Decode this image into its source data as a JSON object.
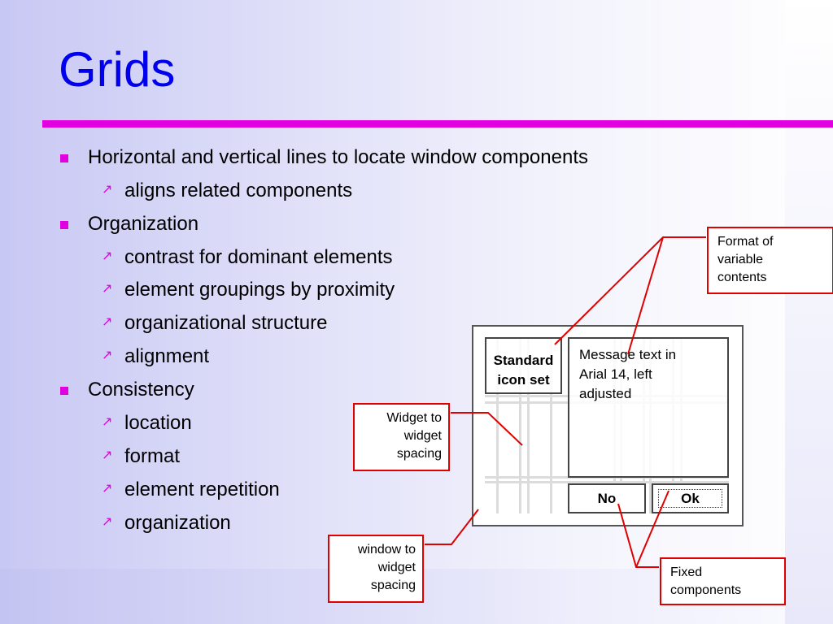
{
  "slide": {
    "title": "Grids",
    "bullets": [
      {
        "level": 1,
        "text": "Horizontal and vertical lines to locate window components"
      },
      {
        "level": 2,
        "text": "aligns related components"
      },
      {
        "level": 1,
        "text": "Organization"
      },
      {
        "level": 2,
        "text": "contrast for dominant elements"
      },
      {
        "level": 2,
        "text": "element groupings by proximity"
      },
      {
        "level": 2,
        "text": "organizational structure"
      },
      {
        "level": 2,
        "text": "alignment"
      },
      {
        "level": 1,
        "text": "Consistency"
      },
      {
        "level": 2,
        "text": "location"
      },
      {
        "level": 2,
        "text": "format"
      },
      {
        "level": 2,
        "text": "element repetition"
      },
      {
        "level": 2,
        "text": "organization"
      }
    ],
    "sub_marker": "↗"
  },
  "diagram": {
    "icon_set": [
      "Standard",
      "icon set"
    ],
    "message": [
      "Message text in",
      "Arial 14, left",
      "adjusted"
    ],
    "buttons": {
      "no": "No",
      "ok": "Ok"
    }
  },
  "callouts": {
    "variable": [
      "Format of",
      "variable",
      "contents"
    ],
    "widget": [
      "Widget to",
      "widget",
      "spacing"
    ],
    "window": [
      "window to",
      "widget",
      "spacing"
    ],
    "fixed": [
      "Fixed",
      "components"
    ]
  },
  "colors": {
    "title": "#0000ee",
    "accent": "#e000e0",
    "callout_border": "#e00000"
  }
}
